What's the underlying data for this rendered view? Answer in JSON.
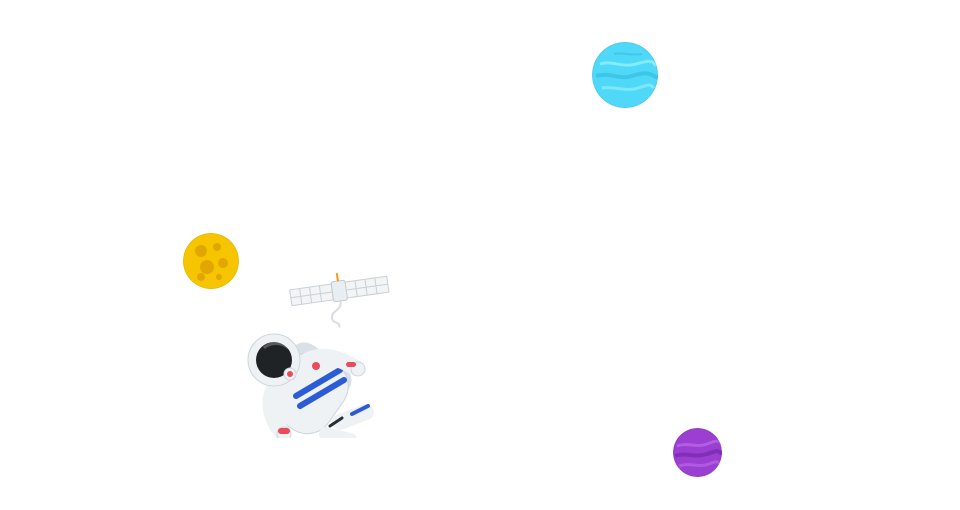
{
  "scene": {
    "background_color": "#ffffff",
    "planets": [
      {
        "name": "blue-planet",
        "icon": "blue-planet-icon",
        "color": "#4fd8f7",
        "shade": "#3cc4e6",
        "highlight": "#8ff0ff"
      },
      {
        "name": "yellow-moon",
        "icon": "yellow-moon-icon",
        "color": "#f7c500",
        "shade": "#e2a600",
        "highlight": "#ffd84a"
      },
      {
        "name": "purple-planet",
        "icon": "purple-planet-icon",
        "color": "#9b3fd2",
        "shade": "#7e2db6",
        "highlight": "#b866e6"
      }
    ],
    "astronaut": {
      "icon": "astronaut-icon",
      "suit_color": "#eef2f5",
      "visor_color": "#1f2326",
      "stripe_color": "#2c5bd6",
      "accent_color": "#e94b5a"
    },
    "satellite": {
      "icon": "satellite-icon",
      "panel_color": "#f2f4f6",
      "body_color": "#e9eef2",
      "antenna_color": "#f39c12"
    }
  }
}
